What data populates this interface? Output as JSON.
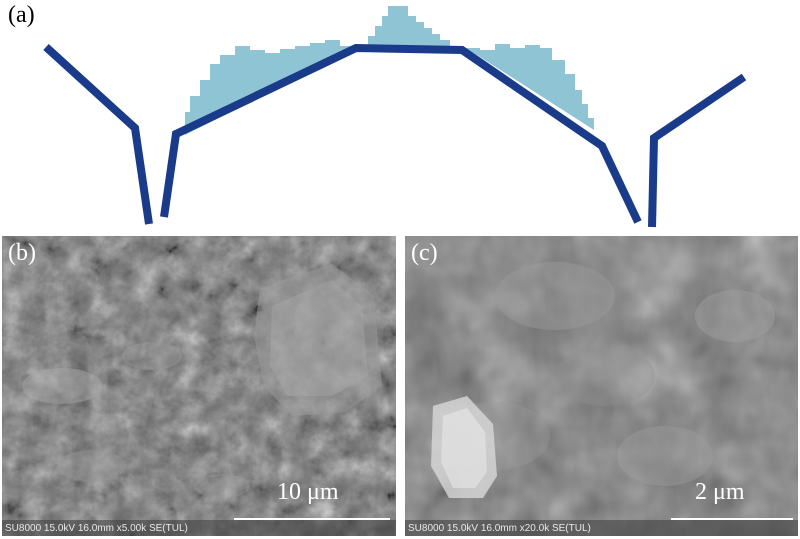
{
  "panel_a": {
    "label": "(a)",
    "colors": {
      "line": "#1a3a8a",
      "fill": "#8fc4d4"
    }
  },
  "panel_b": {
    "label": "(b)",
    "scale_text": "10 μm",
    "info": "SU8000 15.0kV 16.0mm x5.00k SE(TUL)"
  },
  "panel_c": {
    "label": "(c)",
    "scale_text": "2 μm",
    "info": "SU8000 15.0kV 16.0mm x20.0k SE(TUL)"
  }
}
